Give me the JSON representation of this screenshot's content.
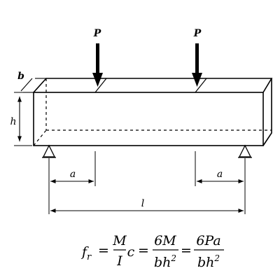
{
  "labels": {
    "load_left": "P",
    "load_right": "P",
    "width": "b",
    "height": "h",
    "dist_left": "a",
    "dist_right": "a",
    "span": "l"
  },
  "formula": {
    "lhs_base": "f",
    "lhs_sub": "r",
    "eq1": "=",
    "frac1_num": "M",
    "frac1_den": "I",
    "c": "c",
    "eq2": "=",
    "frac2_num": "6M",
    "frac2_den_base": "bh",
    "frac2_den_sup": "2",
    "eq3": "=",
    "frac3_num": "6Pa",
    "frac3_den_base": "bh",
    "frac3_den_sup": "2"
  },
  "colors": {
    "ink": "#000000",
    "background": "#ffffff"
  }
}
